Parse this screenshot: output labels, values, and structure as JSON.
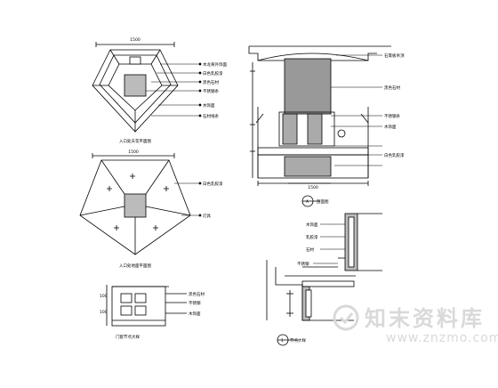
{
  "drawing": {
    "plan1": {
      "dim_top": "1500",
      "callouts": [
        "木龙骨外饰面",
        "白色乳胶漆",
        "黑色石材",
        "不锈钢条",
        "木饰面",
        "石材线条"
      ],
      "caption": "入口处天花平面图"
    },
    "plan2": {
      "dim_top": "1500",
      "callouts": [
        "白色乳胶漆",
        "灯具"
      ],
      "caption": "入口处地面平面图"
    },
    "section": {
      "callouts": [
        "石膏板吊顶",
        "黑色石材",
        "不锈钢条",
        "木饰面",
        "白色乳胶漆"
      ],
      "dim_bottom": "1500",
      "caption": "剖面图",
      "section_mark": "A"
    },
    "detail_small": {
      "dims_left": [
        "100",
        "100"
      ],
      "callouts": [
        "黑色石材",
        "不锈钢",
        "木饰面"
      ],
      "caption": "门套节点大样"
    },
    "detail_large": {
      "callouts": [
        "木饰面",
        "乳胶漆",
        "石材",
        "不锈钢"
      ],
      "caption": "节点大样",
      "detail_mark": "1"
    },
    "watermark": {
      "cn": "知末资料库",
      "en": "www.znzmo.com"
    }
  }
}
